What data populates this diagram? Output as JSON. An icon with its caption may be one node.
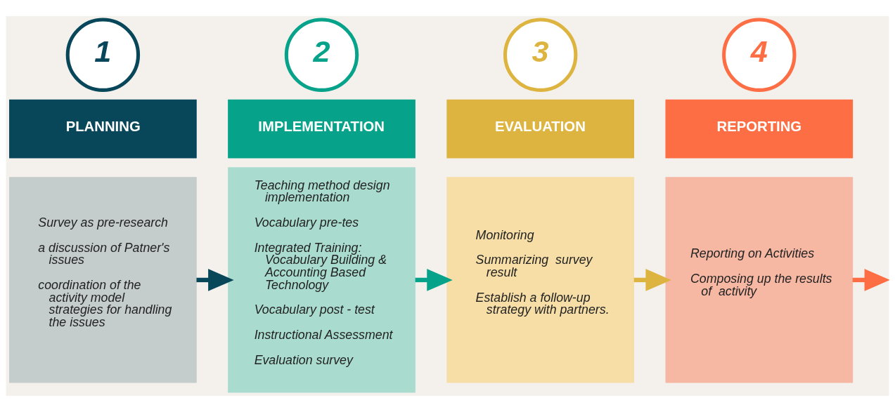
{
  "diagram": {
    "nodes": [
      {
        "text": [
          "1"
        ]
      },
      {
        "text": [
          "PLANNING"
        ]
      },
      {
        "text": [
          "Survey as pre-research",
          "a discussion of Patner's issues",
          "coordination of the activity model strategies for handling the issues"
        ]
      },
      {
        "text": [
          "2"
        ]
      },
      {
        "text": [
          "IMPLEMENTATION"
        ]
      },
      {
        "text": [
          "Teaching method design implementation",
          "Vocabulary pre-tes",
          "Integrated Training: Vocabulary Building & Accounting Based Technology",
          "Vocabulary post - test",
          "Instructional Assessment",
          "Evaluation survey"
        ]
      },
      {
        "text": [
          "3"
        ]
      },
      {
        "text": [
          "EVALUATION"
        ]
      },
      {
        "text": [
          "Monitoring",
          "Summarizing  survey result",
          "Establish a follow-up strategy with partners."
        ]
      },
      {
        "text": [
          "4"
        ]
      },
      {
        "text": [
          "REPORTING"
        ]
      },
      {
        "text": [
          "Reporting on Activities",
          "Composing up the results of  activity"
        ]
      }
    ],
    "edges": [
      {
        "from": 2,
        "to": 5,
        "arrow": "to",
        "color": "#08475a"
      },
      {
        "from": 5,
        "to": 8,
        "arrow": "to",
        "color": "#06a38a"
      },
      {
        "from": 8,
        "to": 11,
        "arrow": "to",
        "color": "#deb440"
      },
      {
        "from": 11,
        "to": null,
        "arrow": "to",
        "color": "#fd6e44"
      }
    ]
  }
}
